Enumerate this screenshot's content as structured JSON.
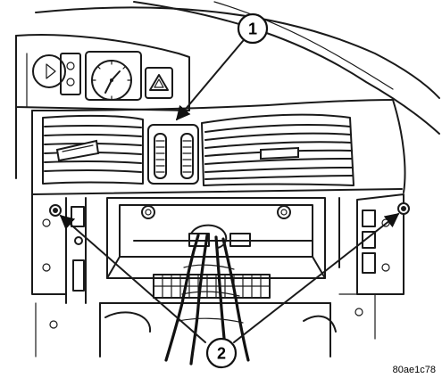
{
  "callouts": {
    "one": "1",
    "two": "2"
  },
  "image_code": "80ae1c78",
  "icons": {
    "hazard": "hazard-triangle-icon"
  }
}
